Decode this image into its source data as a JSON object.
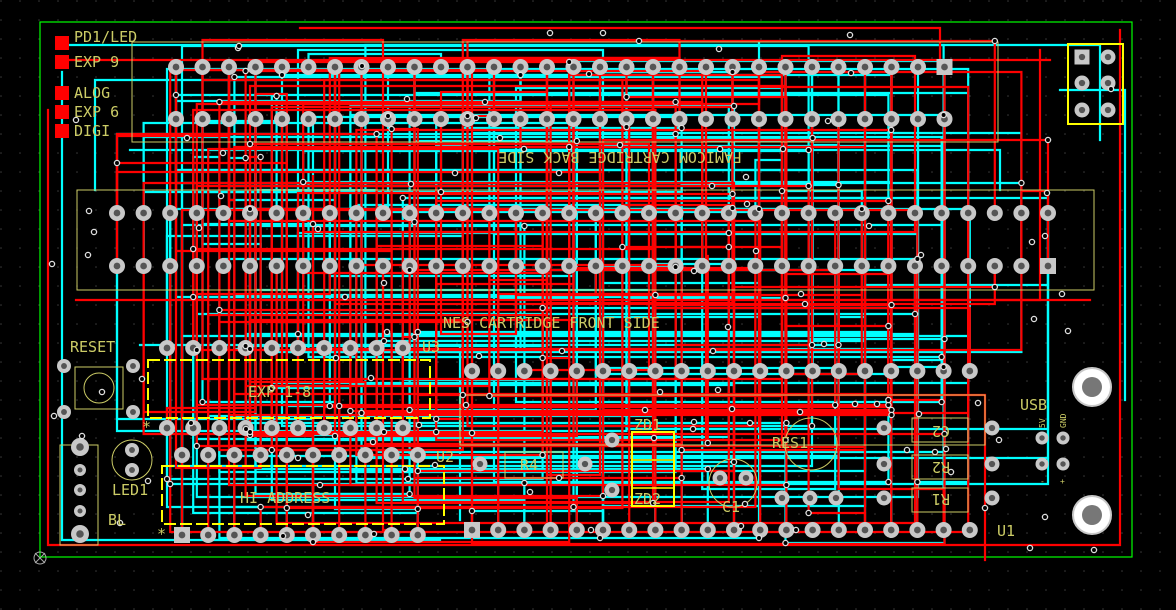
{
  "labels": {
    "net1": "PD1/LED",
    "net2": "EXP 9",
    "net3": "ALOG",
    "net4": "EXP 6",
    "net5": "DIGI",
    "back_side": "FAMICOM CARTRIDGE BACK SIDE",
    "front_side": "NES CARTRIDGE FRONT SIDE",
    "reset": "RESET",
    "u3": "U3",
    "exp": "EXP 1-8",
    "u2": "U2",
    "hi_address": "HI ADDRESS",
    "led1": "LED1",
    "bl": "BL",
    "r4": "R4",
    "zd1": "ZD1",
    "zd2": "ZD2",
    "c1": "C1",
    "res1": "RES1",
    "c2": "C2",
    "r2": "R2",
    "r1": "R1",
    "usb": "USB",
    "usb_pin1": "5V",
    "usb_pin2": "GND",
    "usb_pin3": "-",
    "usb_pin4": "+",
    "u1": "U1",
    "star": "*"
  },
  "colors": {
    "background": "#000000",
    "copper_top": "#ff0000",
    "copper_bottom": "#00ffff",
    "silkscreen": "#ffff00",
    "outline": "#00ff00",
    "pad": "#c8c8c8",
    "via": "#e0e0e0",
    "marker": "#ff0000",
    "grid": "#3a3a3a"
  },
  "icons": {
    "origin": "origin-crosshair-icon",
    "net_marker": "square-marker-icon",
    "button": "tactile-button-icon",
    "led": "led-icon",
    "crystal": "crystal-icon"
  }
}
